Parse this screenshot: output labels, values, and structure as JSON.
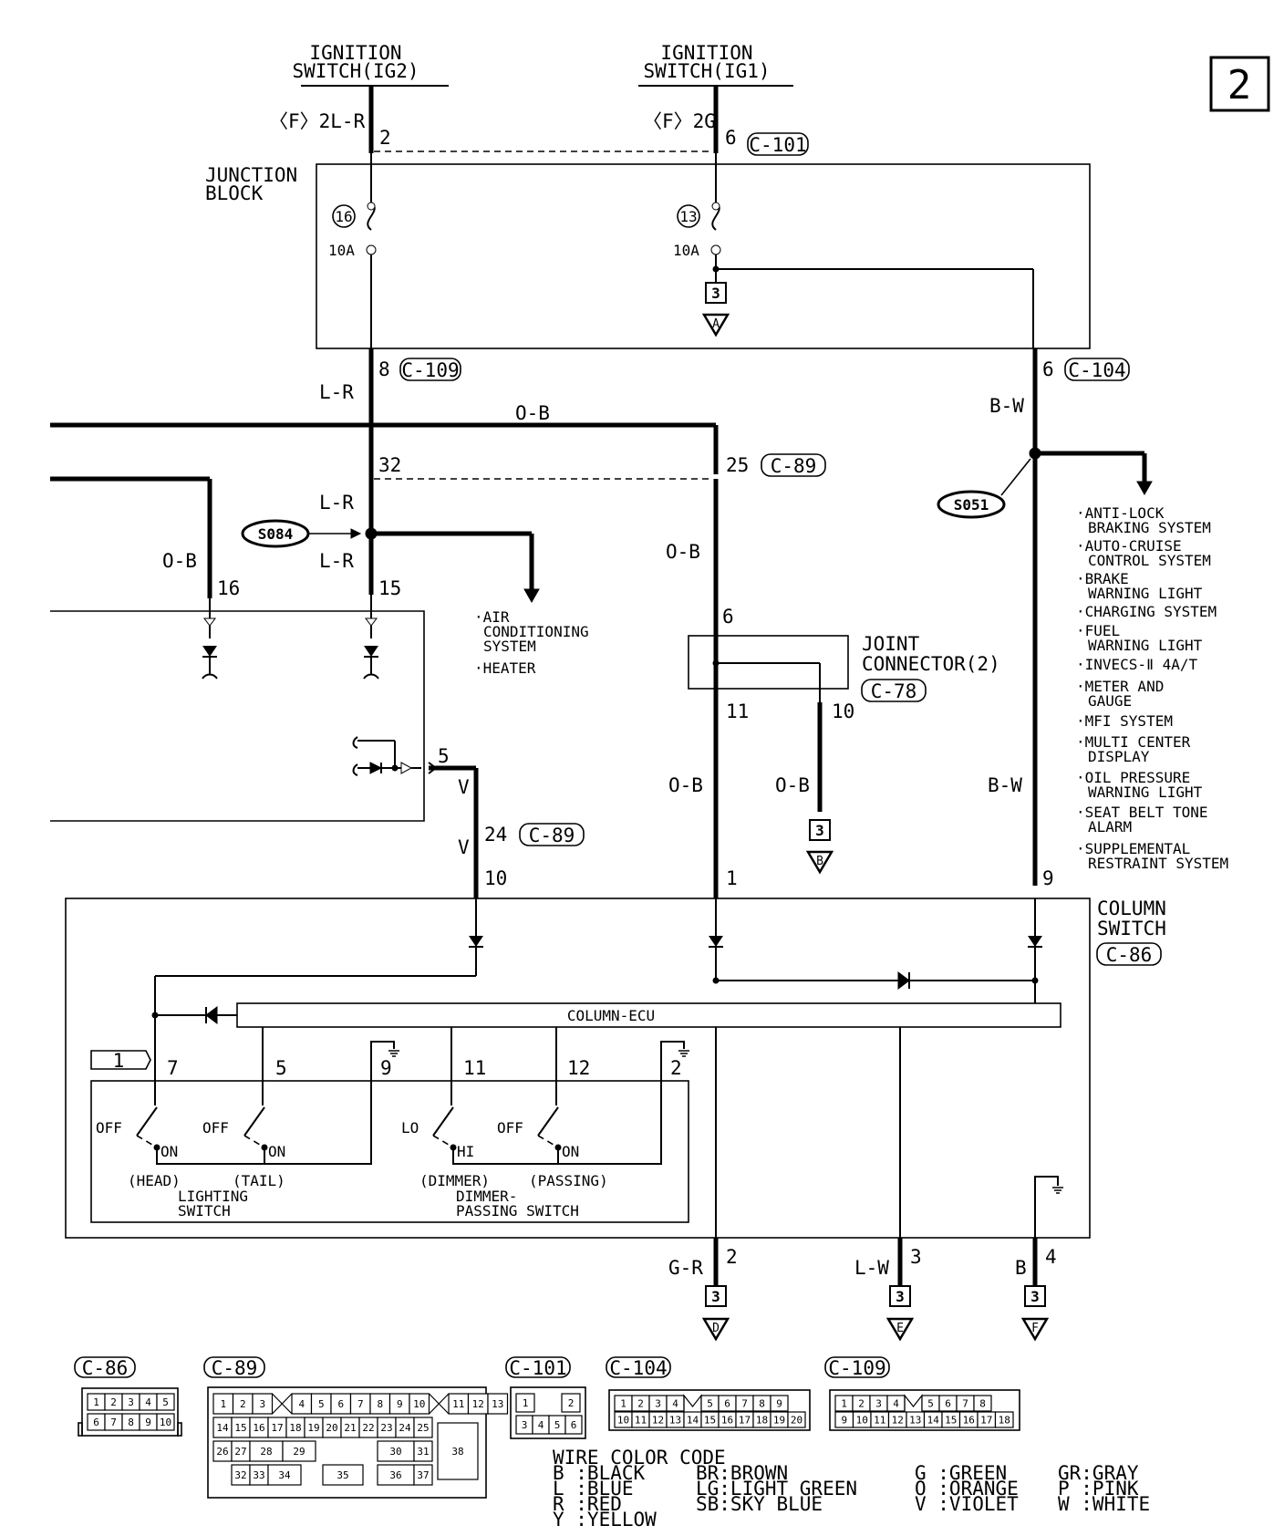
{
  "page_number": "2",
  "ignition": {
    "ig2": [
      "IGNITION",
      "SWITCH(IG2)"
    ],
    "ig1": [
      "IGNITION",
      "SWITCH(IG1)"
    ],
    "ig2_wire": "〈F〉2L-R",
    "ig1_wire": "〈F〉2G"
  },
  "junction_block": {
    "title": [
      "JUNCTION",
      "BLOCK"
    ],
    "fuse_left_no": "16",
    "fuse_right_no": "13",
    "fuse_left_rating": "10A",
    "fuse_right_rating": "10A",
    "pin_ig2": "2",
    "pin_ig1": "6",
    "conn_ig1": "C-101",
    "pin_out_left": "8",
    "conn_out_left": "C-109",
    "pin_out_right": "6",
    "conn_out_right": "C-104"
  },
  "refs": {
    "a": "A",
    "b": "B",
    "d": "D",
    "e": "E",
    "f": "F",
    "page3": "3",
    "page1": "1"
  },
  "wires": {
    "lr": "L-R",
    "ob": "O-B",
    "bw": "B-W",
    "v": "V",
    "gr": "G-R",
    "lw": "L-W",
    "b": "B"
  },
  "pins": {
    "p32": "32",
    "p25": "25",
    "c89": "C-89",
    "p16": "16",
    "p15": "15",
    "p6": "6",
    "p11": "11",
    "p10": "10",
    "p5": "5",
    "p24": "24",
    "p10b": "10",
    "p1": "1",
    "p9": "9",
    "out2": "2",
    "out3": "3",
    "out4": "4"
  },
  "splices": {
    "s084": "S084",
    "s051": "S051"
  },
  "ac_targets": [
    "·AIR",
    "CONDITIONING",
    "SYSTEM",
    "·HEATER"
  ],
  "bw_targets": [
    "·ANTI-LOCK",
    "BRAKING SYSTEM",
    "·AUTO-CRUISE",
    "CONTROL SYSTEM",
    "·BRAKE",
    "WARNING LIGHT",
    "·CHARGING SYSTEM",
    "·FUEL",
    "WARNING LIGHT",
    "·INVECS-Ⅱ 4A/T",
    "·METER AND",
    "GAUGE",
    "·MFI SYSTEM",
    "·MULTI CENTER",
    "DISPLAY",
    "·OIL PRESSURE",
    "WARNING LIGHT",
    "·SEAT BELT TONE",
    "ALARM",
    "·SUPPLEMENTAL",
    "RESTRAINT SYSTEM"
  ],
  "joint_connector": {
    "name": [
      "JOINT",
      "CONNECTOR(2)"
    ],
    "conn": "C-78"
  },
  "column_switch": {
    "name": [
      "COLUMN",
      "SWITCH"
    ],
    "conn": "C-86",
    "ecu": "COLUMN-ECU",
    "pins": [
      "7",
      "5",
      "9",
      "11",
      "12",
      "2"
    ],
    "off": "OFF",
    "on": "ON",
    "lo": "LO",
    "hi": "HI",
    "head": "(HEAD)",
    "tail": "(TAIL)",
    "dimmer": "(DIMMER)",
    "passing": "(PASSING)",
    "lighting": [
      "LIGHTING",
      "SWITCH"
    ],
    "dimmer_passing": [
      "DIMMER-",
      "PASSING SWITCH"
    ]
  },
  "connectors": {
    "c86": {
      "label": "C-86",
      "row1": [
        "1",
        "2",
        "3",
        "4",
        "5"
      ],
      "row2": [
        "6",
        "7",
        "8",
        "9",
        "10"
      ]
    },
    "c89": {
      "label": "C-89",
      "row1": [
        "1",
        "2",
        "3",
        "4",
        "5",
        "6",
        "7",
        "8",
        "9",
        "10",
        "11",
        "12",
        "13"
      ],
      "row2": [
        "14",
        "15",
        "16",
        "17",
        "18",
        "19",
        "20",
        "21",
        "22",
        "23",
        "24",
        "25"
      ],
      "row3": [
        "26",
        "27",
        "28",
        "29",
        "30",
        "31"
      ],
      "row4": [
        "32",
        "33",
        "34",
        "35",
        "36",
        "37"
      ],
      "big": "38"
    },
    "c101": {
      "label": "C-101",
      "row1": [
        "1",
        "2"
      ],
      "row2": [
        "3",
        "4",
        "5",
        "6"
      ]
    },
    "c104": {
      "label": "C-104",
      "row1": [
        "1",
        "2",
        "3",
        "4",
        "5",
        "6",
        "7",
        "8",
        "9"
      ],
      "row2": [
        "10",
        "11",
        "12",
        "13",
        "14",
        "15",
        "16",
        "17",
        "18",
        "19",
        "20"
      ]
    },
    "c109": {
      "label": "C-109",
      "row1": [
        "1",
        "2",
        "3",
        "4",
        "5",
        "6",
        "7",
        "8"
      ],
      "row2": [
        "9",
        "10",
        "11",
        "12",
        "13",
        "14",
        "15",
        "16",
        "17",
        "18"
      ]
    }
  },
  "wire_color_code": {
    "title": "WIRE COLOR CODE",
    "col1": [
      "B :BLACK",
      "L :BLUE",
      "R :RED",
      "Y :YELLOW"
    ],
    "col2": [
      "BR:BROWN",
      "LG:LIGHT GREEN",
      "SB:SKY BLUE"
    ],
    "col3": [
      "G :GREEN",
      "O :ORANGE",
      "V :VIOLET"
    ],
    "col4": [
      "GR:GRAY",
      "P :PINK",
      "W :WHITE"
    ]
  }
}
